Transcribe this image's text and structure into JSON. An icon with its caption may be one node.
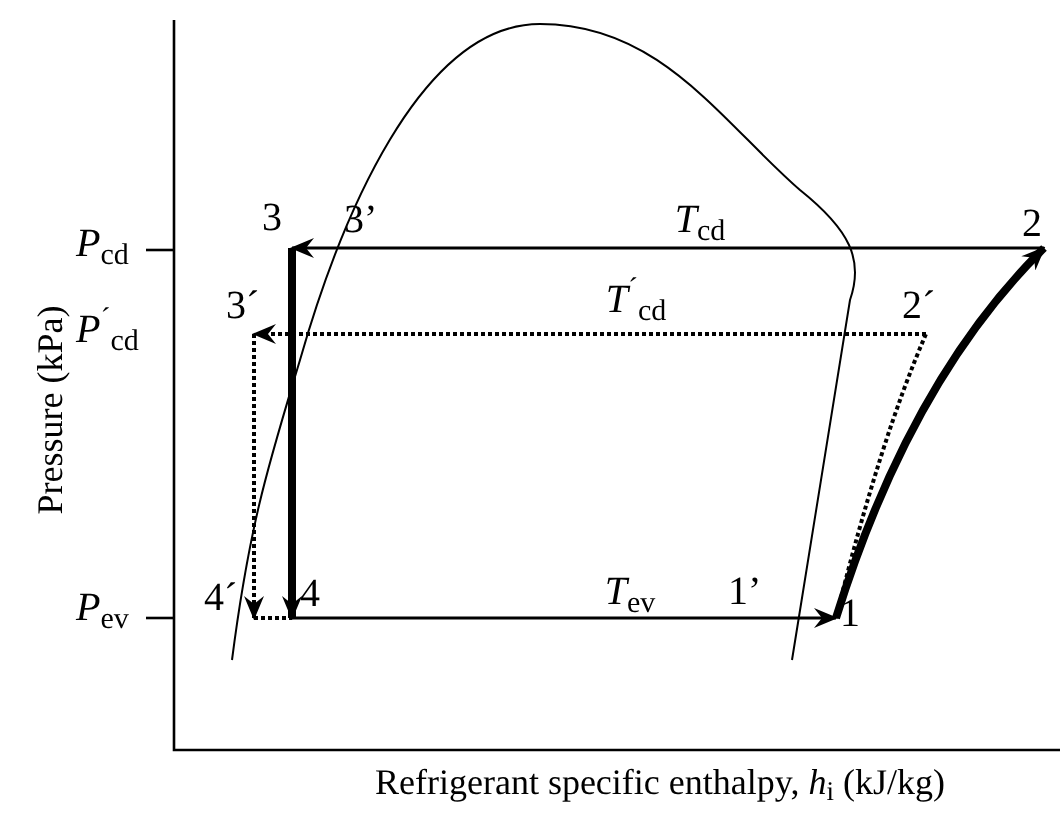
{
  "diagram": {
    "nodes": [
      {
        "text": [
          "3"
        ]
      },
      {
        "text": [
          "3ˊ"
        ]
      },
      {
        "text": [
          "2ˊ"
        ]
      },
      {
        "text": [
          "2"
        ]
      },
      {
        "text": [
          "4ˊ"
        ]
      },
      {
        "text": [
          "4"
        ]
      },
      {
        "text": [
          "1"
        ]
      }
    ],
    "edges": [
      {
        "from": 3,
        "to": 0,
        "arrow": "to",
        "label": "*T*$_{cd}$"
      },
      {
        "from": 0,
        "to": 5,
        "arrow": "to",
        "style": "thick"
      },
      {
        "from": 5,
        "to": 6,
        "arrow": "to",
        "label": "*T*$_{ev}$"
      },
      {
        "from": 6,
        "to": 3,
        "arrow": "to",
        "style": "thick"
      },
      {
        "from": 2,
        "to": 1,
        "arrow": "to",
        "style": "dashed",
        "label": "*T*$^{ˊ}$$_{cd}$"
      },
      {
        "from": 1,
        "to": 4,
        "arrow": "to",
        "style": "dashed"
      },
      {
        "from": 4,
        "to": 5,
        "arrow": "none",
        "style": "dashed"
      },
      {
        "from": 6,
        "to": 2,
        "arrow": "none",
        "style": "dashed"
      }
    ],
    "labels": [
      "*P*$_{cd}$",
      "3’",
      "*P*$^{ˊ}$$_{cd}$",
      "*P*$_{ev}$",
      "1’",
      "Pressure (kPa)",
      "Refrigerant specific enthalpy, *h*$_{i}$ (kJ/kg)"
    ]
  }
}
